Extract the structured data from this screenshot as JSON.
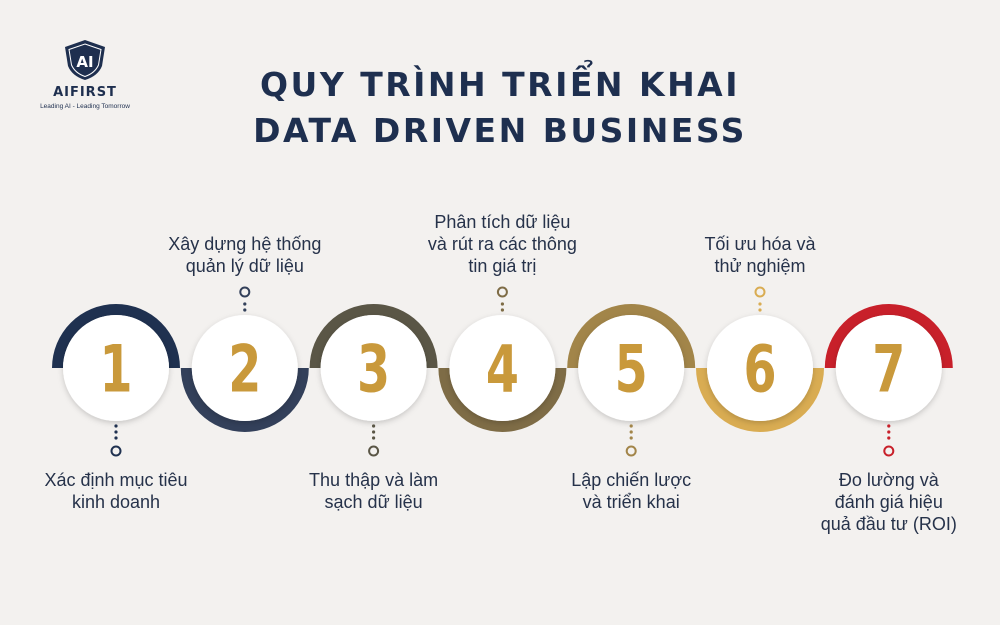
{
  "logo": {
    "mark": "AI",
    "name": "AIFIRST",
    "tagline": "Leading AI - Leading Tomorrow"
  },
  "title": {
    "line1": "QUY TRÌNH TRIỂN KHAI",
    "line2": "DATA DRIVEN BUSINESS"
  },
  "colors": {
    "background": "#f3f1ef",
    "navy": "#1e2f4f",
    "gold": "#c9993b",
    "red": "#c8202a"
  },
  "steps": [
    {
      "number": "1",
      "label_lines": [
        "Xác định mục tiêu",
        "kinh doanh"
      ],
      "label_position": "below",
      "arc_color": "#1f3150",
      "arc_side": "top",
      "dot_color": "#1f3150"
    },
    {
      "number": "2",
      "label_lines": [
        "Xây dựng hệ thống",
        "quản lý dữ liệu"
      ],
      "label_position": "above",
      "arc_color": "#33405a",
      "arc_side": "bottom",
      "dot_color": "#33405a"
    },
    {
      "number": "3",
      "label_lines": [
        "Thu thập và làm",
        "sạch dữ liệu"
      ],
      "label_position": "below",
      "arc_color": "#5a5646",
      "arc_side": "top",
      "dot_color": "#5a5646"
    },
    {
      "number": "4",
      "label_lines": [
        "Phân tích dữ liệu",
        "và rút ra các thông",
        "tin giá trị"
      ],
      "label_position": "above",
      "arc_color": "#7e6c46",
      "arc_side": "bottom",
      "dot_color": "#7e6c46"
    },
    {
      "number": "5",
      "label_lines": [
        "Lập chiến lược",
        "và triển khai"
      ],
      "label_position": "below",
      "arc_color": "#a28549",
      "arc_side": "top",
      "dot_color": "#a28549"
    },
    {
      "number": "6",
      "label_lines": [
        "Tối ưu hóa và",
        "thử nghiệm"
      ],
      "label_position": "above",
      "arc_color": "#d9ac52",
      "arc_side": "bottom",
      "dot_color": "#d9ac52"
    },
    {
      "number": "7",
      "label_lines": [
        "Đo lường và",
        "đánh giá hiệu",
        "quả đầu tư (ROI)"
      ],
      "label_position": "below",
      "arc_color": "#c8202a",
      "arc_side": "top",
      "dot_color": "#c8202a"
    }
  ]
}
